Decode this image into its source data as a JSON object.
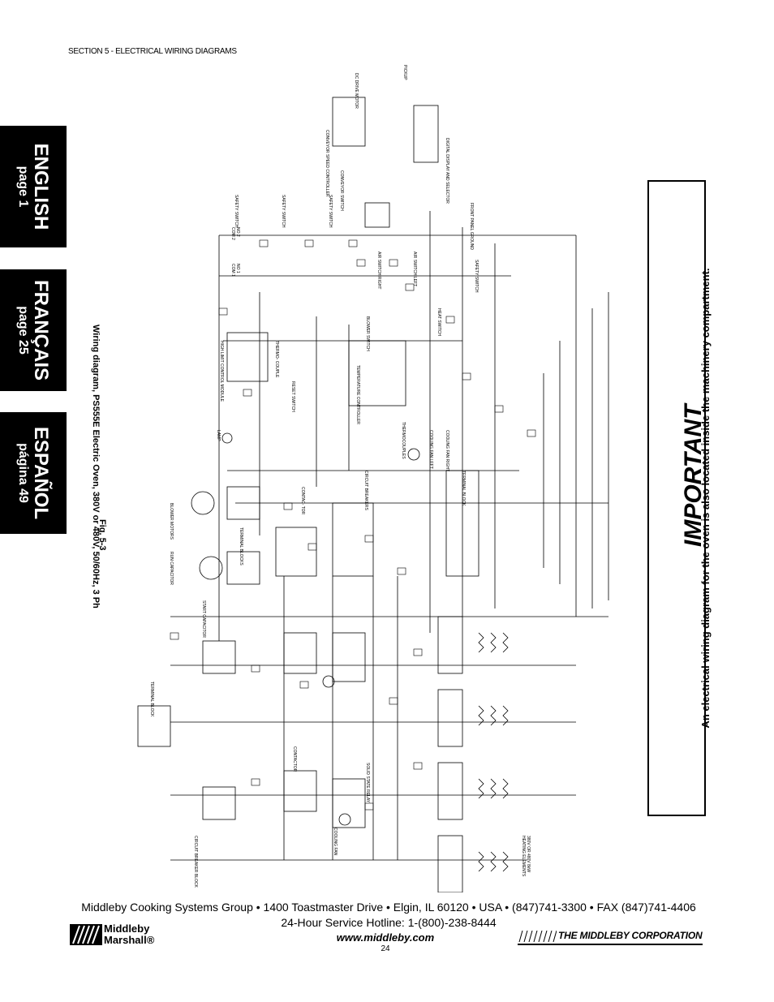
{
  "header": {
    "section": "SECTION 5 - ELECTRICAL WIRING DIAGRAMS"
  },
  "tabs": [
    {
      "name": "ENGLISH",
      "page": "page 1"
    },
    {
      "name": "FRANÇAIS",
      "page": "page 25"
    },
    {
      "name": "ESPAÑOL",
      "page": "página 49"
    }
  ],
  "figure": {
    "fig_number": "Fig. 5-3",
    "caption": "Wiring diagram, PS555E Electric Oven, 380V or 480V, 50/60Hz, 3 Ph"
  },
  "diagram_labels": {
    "dc_drive_motor": "DC DRIVE MOTOR",
    "pickup": "PICKUP",
    "conveyor_speed_controller": "CONVEYOR SPEED CONTROLLER",
    "digital_display": "DIGITAL DISPLAY AND SELECTOR",
    "conveyor_switch": "CONVEYOR SWITCH",
    "front_panel_ground": "FRONT PANEL GROUND",
    "safety_switch": "SAFETY SWITCH",
    "air_switch_right": "AIR SWITCH RIGHT",
    "air_switch_left": "AIR SWITCH LEFT",
    "blower_switch": "BLOWER SWITCH",
    "heat_switch": "HEAT SWITCH",
    "high_limit": "HIGH LIMIT CONTROL MODULE",
    "thermocouple": "THERMO- COUPLE",
    "reset_switch": "RESET SWITCH",
    "temperature_controller": "TEMPERATURE CONTROLLER",
    "thermocouples": "THERMOCOUPLES",
    "cooling_fan_left": "COOLING FAN LEFT",
    "cooling_fan_right": "COOLING FAN RIGHT",
    "lamp": "LAMP",
    "terminal_block": "TERMINAL BLOCK",
    "circuit_breakers": "CIRCUIT BREAKERS",
    "contactor": "CONTAC- TOR",
    "blower_motors": "BLOWER MOTORS",
    "terminal_blocks": "TERMINAL BLOCKS",
    "run_capacitor": "RUN CAPACITOR",
    "start_capacitor": "START CAPACITOR",
    "circuit_breaker_block": "CIRCUIT BREAKER BLOCK",
    "cooling_fan": "COOLING FAN",
    "solid_state_relay": "SOLID STATE RELAY",
    "contactor2": "CONTACTOR",
    "heating_elements": "HEATING ELEMENTS",
    "heating_voltage": "380V OR 480V 8kW",
    "com1": "COM 1",
    "no1": "NO 1",
    "com2": "COM 2",
    "no2": "NO 2"
  },
  "important": {
    "title": "IMPORTANT",
    "body": "An electrical wiring diagram for the oven is also located inside the machinery compartment."
  },
  "footer": {
    "address": "Middleby Cooking Systems Group • 1400 Toastmaster Drive • Elgin, IL 60120 • USA • (847)741-3300 • FAX (847)741-4406",
    "hotline": "24-Hour Service Hotline: 1-(800)-238-8444",
    "url": "www.middleby.com",
    "page_number": "24",
    "logo_left": "Middleby Marshall®",
    "logo_right": "THE MIDDLEBY CORPORATION"
  }
}
